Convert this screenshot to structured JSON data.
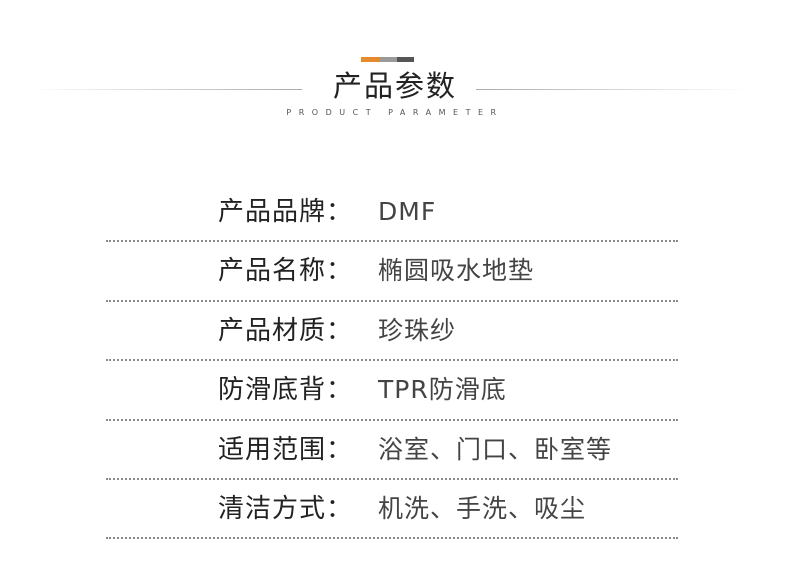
{
  "colors": {
    "accent_orange": "#e58a2e",
    "accent_gray": "#9a9a9a",
    "accent_dark": "#555555",
    "text_dark": "#222222",
    "divider": "#8a8a8a"
  },
  "header": {
    "title": "产品参数",
    "subtitle": "PRODUCT PARAMETER"
  },
  "params": [
    {
      "label": "产品品牌：",
      "value": "DMF"
    },
    {
      "label": "产品名称：",
      "value": "椭圆吸水地垫"
    },
    {
      "label": "产品材质：",
      "value": "珍珠纱"
    },
    {
      "label": "防滑底背：",
      "value": "TPR防滑底"
    },
    {
      "label": "适用范围：",
      "value": "浴室、门口、卧室等"
    },
    {
      "label": "清洁方式：",
      "value": "机洗、手洗、吸尘"
    }
  ]
}
